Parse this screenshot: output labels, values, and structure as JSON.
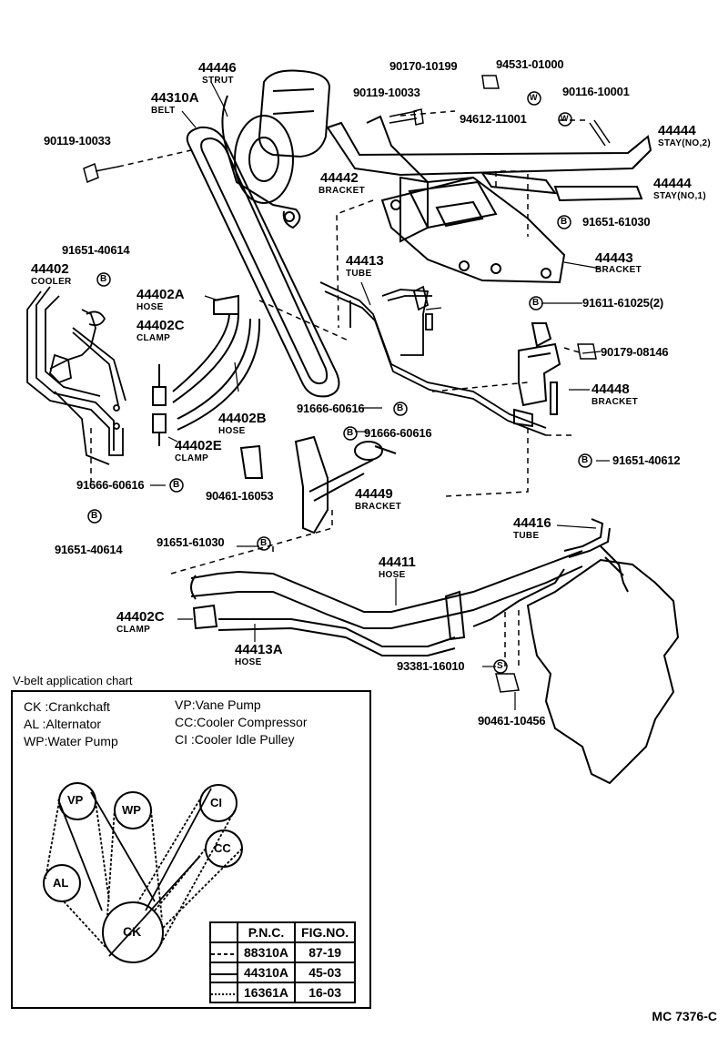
{
  "labels": {
    "p44446": "44446",
    "p44446s": "STRUT",
    "p44310A": "44310A",
    "p44310As": "BELT",
    "p90119a": "90119-10033",
    "p90119b": "90119-10033",
    "p90170": "90170-10199",
    "p94531": "94531-01000",
    "p90116": "90116-10001",
    "p94612": "94612-11001",
    "p44444a": "44444",
    "p44444as": "STAY(NO,2)",
    "p44444b": "44444",
    "p44444bs": "STAY(NO,1)",
    "p44442": "44442",
    "p44442s": "BRACKET",
    "p91651_61030a": "91651-61030",
    "p91651_40614a": "91651-40614",
    "p44443": "44443",
    "p44443s": "BRACKET",
    "p44402": "44402",
    "p44402s": "COOLER",
    "p44413": "44413",
    "p44413s": "TUBE",
    "p91611": "91611-61025(2)",
    "p44402A": "44402A",
    "p44402As": "HOSE",
    "p44402C": "44402C",
    "p44402Cs": "CLAMP",
    "p90179": "90179-08146",
    "p44448": "44448",
    "p44448s": "BRACKET",
    "p91666a": "91666-60616",
    "p44402B": "44402B",
    "p44402Bs": "HOSE",
    "p91666b": "91666-60616",
    "p44402E": "44402E",
    "p44402Es": "CLAMP",
    "p91651_40612": "91651-40612",
    "p91666c": "91666-60616",
    "p90461a": "90461-16053",
    "p44449": "44449",
    "p44449s": "BRACKET",
    "p91651_40614b": "91651-40614",
    "p44416": "44416",
    "p44416s": "TUBE",
    "p91651_61030b": "91651-61030",
    "p44411": "44411",
    "p44411s": "HOSE",
    "p44402C2": "44402C",
    "p44402C2s": "CLAMP",
    "p44413A": "44413A",
    "p44413As": "HOSE",
    "p93381": "93381-16010",
    "p90461b": "90461-10456",
    "symB": "B",
    "symW": "W",
    "symS": "S"
  },
  "legend": {
    "title": "V-belt application chart",
    "items": [
      {
        "code": "CK",
        "name": ":Crankchaft"
      },
      {
        "code": "AL",
        "name": ":Alternator"
      },
      {
        "code": "WP",
        "name": ":Water Pump"
      },
      {
        "code": "VP",
        "name": ":Vane Pump"
      },
      {
        "code": "CC",
        "name": ":Cooler Compressor"
      },
      {
        "code": "CI",
        "name": ":Cooler Idle Pulley"
      }
    ],
    "pulleys": {
      "vp": "VP",
      "wp": "WP",
      "ci": "CI",
      "cc": "CC",
      "al": "AL",
      "ck": "CK"
    }
  },
  "pnc_table": {
    "headers": [
      "P.N.C.",
      "FIG.NO."
    ],
    "rows": [
      [
        "88310A",
        "87-19"
      ],
      [
        "44310A",
        "45-03"
      ],
      [
        "16361A",
        "16-03"
      ]
    ]
  },
  "figure_code": "MC  7376-C"
}
